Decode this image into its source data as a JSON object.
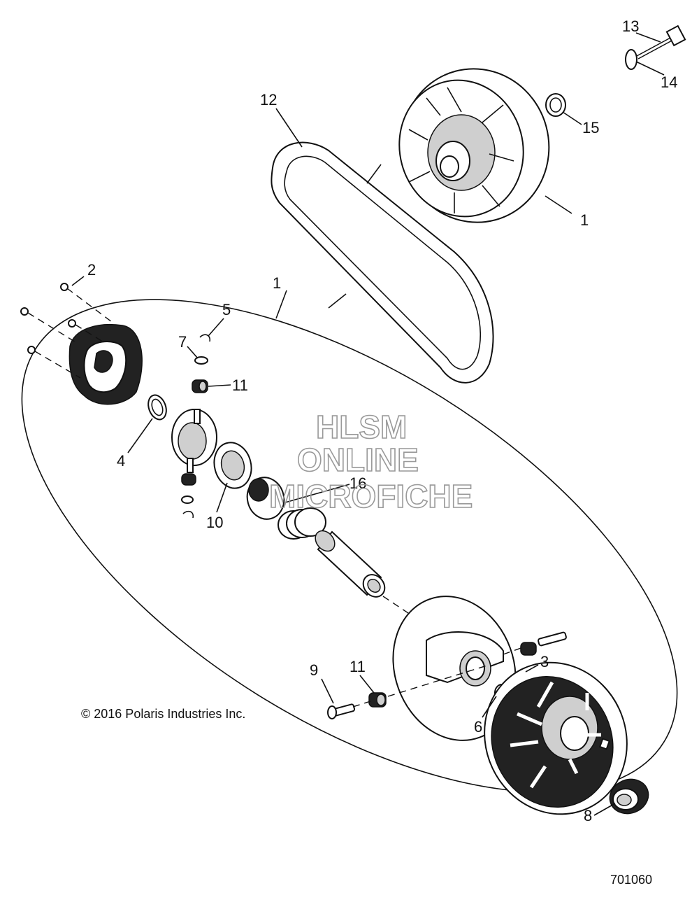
{
  "diagram": {
    "callouts": {
      "c1_top": "1",
      "c1_group": "1",
      "c2": "2",
      "c3": "3",
      "c4": "4",
      "c5": "5",
      "c6": "6",
      "c7": "7",
      "c8": "8",
      "c9": "9",
      "c10": "10",
      "c11_upper": "11",
      "c11_lower": "11",
      "c12": "12",
      "c13": "13",
      "c14": "14",
      "c15": "15",
      "c16": "16"
    },
    "copyright": "© 2016 Polaris Industries Inc.",
    "figure_number": "701060",
    "watermark": {
      "line1": "HLSM",
      "line2": "ONLINE",
      "line3": "MICROFICHE"
    }
  }
}
